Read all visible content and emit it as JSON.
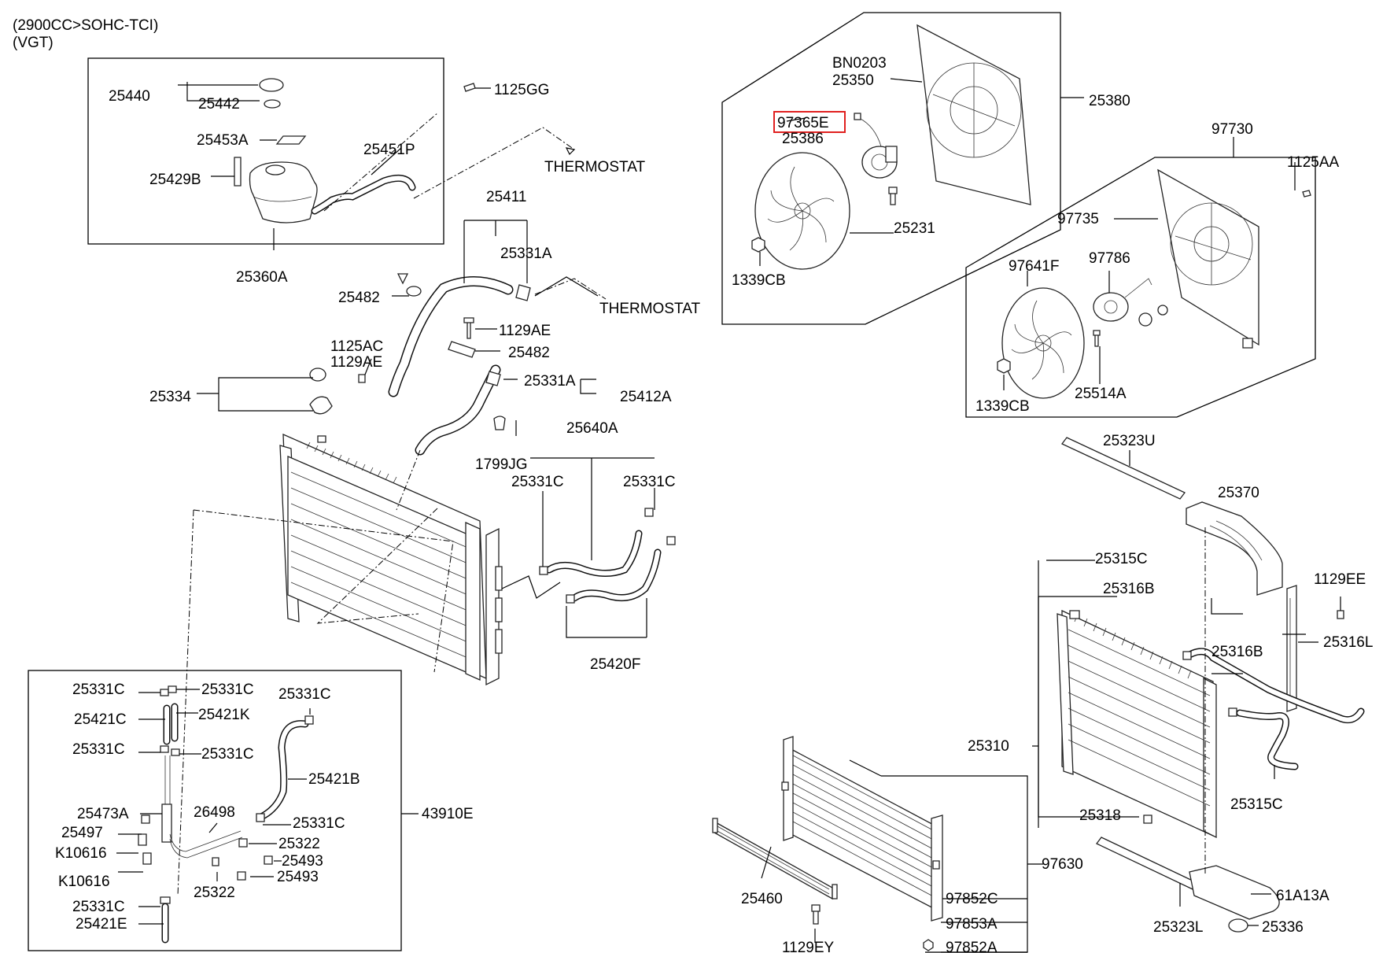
{
  "header": {
    "engine": "(2900CC>SOHC-TCI)",
    "variant": "(VGT)"
  },
  "highlight": {
    "part": "97365E",
    "color": "#e0201f"
  },
  "labels": {
    "l25440": "25440",
    "l25442": "25442",
    "l1125GG": "1125GG",
    "l25453A": "25453A",
    "l25451P": "25451P",
    "thermostat1": "THERMOSTAT",
    "l25429B": "25429B",
    "l25360A": "25360A",
    "l25411": "25411",
    "l25331A_1": "25331A",
    "thermostat2": "THERMOSTAT",
    "l25482_1": "25482",
    "l1129AE_1": "1129AE",
    "l25482_2": "25482",
    "l1125AC": "1125AC",
    "l1129AE_2": "1129AE",
    "l25334": "25334",
    "l25331A_2": "25331A",
    "l25412A": "25412A",
    "l25640A": "25640A",
    "l1799JG": "1799JG",
    "l25331C_a": "25331C",
    "l25331C_b": "25331C",
    "l25420F": "25420F",
    "lBN0203": "BN0203",
    "l25350": "25350",
    "l25380": "25380",
    "l97365E": "97365E",
    "l25386": "25386",
    "l25231": "25231",
    "l1339CB_1": "1339CB",
    "l97730": "97730",
    "l1125AA": "1125AA",
    "l97735": "97735",
    "l97641F": "97641F",
    "l97786": "97786",
    "l1339CB_2": "1339CB",
    "l25514A": "25514A",
    "l25323U": "25323U",
    "l25370": "25370",
    "l25315C_1": "25315C",
    "l25316B_1": "25316B",
    "l1129EE": "1129EE",
    "l25316L": "25316L",
    "l25316B_2": "25316B",
    "l25310": "25310",
    "l25315C_2": "25315C",
    "l25318": "25318",
    "l61A13A": "61A13A",
    "l25323L": "25323L",
    "l25336": "25336",
    "l97630": "97630",
    "l25460": "25460",
    "l97852C": "97852C",
    "l97853A": "97853A",
    "l97852A": "97852A",
    "l1129EY": "1129EY",
    "b25331C_1": "25331C",
    "b25331C_2": "25331C",
    "b25331C_3": "25331C",
    "b25421C": "25421C",
    "b25421K": "25421K",
    "b25331C_4": "25331C",
    "b25331C_5": "25331C",
    "b25421B": "25421B",
    "b25473A": "25473A",
    "b26498": "26498",
    "b25331C_6": "25331C",
    "b25497": "25497",
    "b43910E": "43910E",
    "bK10616_1": "K10616",
    "b25322_1": "25322",
    "b25493_1": "25493",
    "bK10616_2": "K10616",
    "b25322_2": "25322",
    "b25493_2": "25493",
    "b25331C_7": "25331C",
    "b25421E": "25421E"
  }
}
